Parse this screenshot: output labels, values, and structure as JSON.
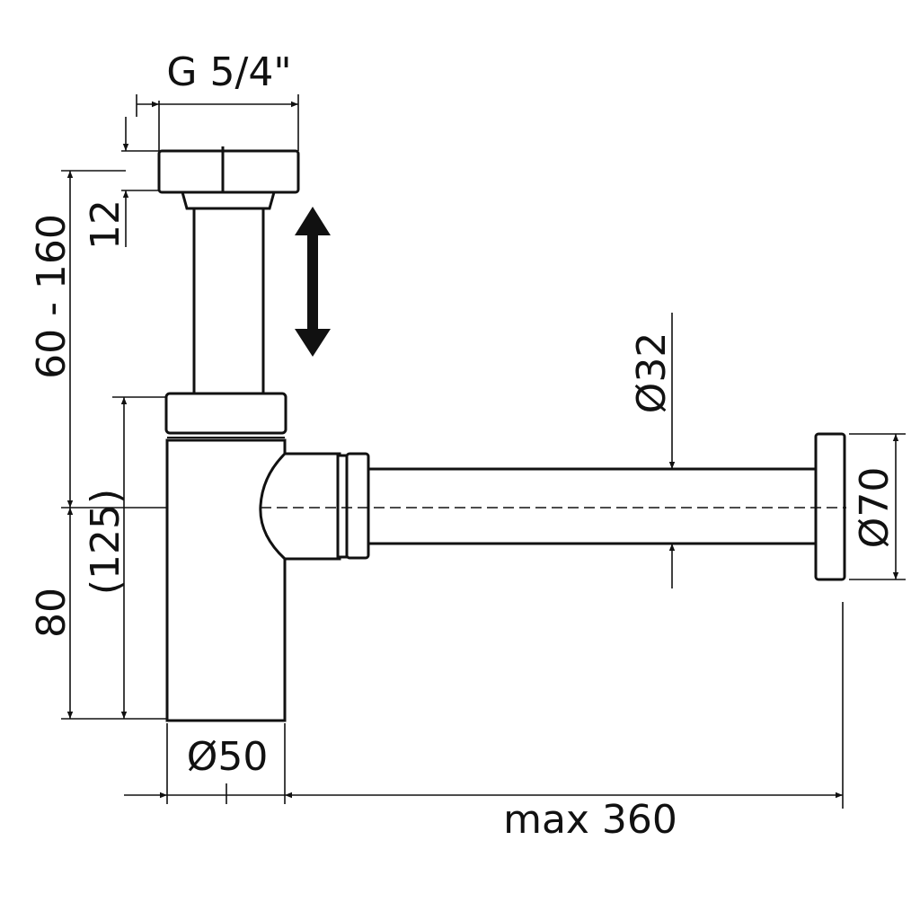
{
  "drawing": {
    "labels": {
      "thread": "G 5/4\"",
      "nut_height": "12",
      "height_range": "60 - 160",
      "outlet_height": "80",
      "outlet_height_alt": "(125)",
      "body_diameter": "Ø50",
      "pipe_diameter": "Ø32",
      "flange_diameter": "Ø70",
      "max_length": "max 360"
    },
    "colors": {
      "line": "#111111",
      "shade": "#d8d8d8"
    }
  }
}
